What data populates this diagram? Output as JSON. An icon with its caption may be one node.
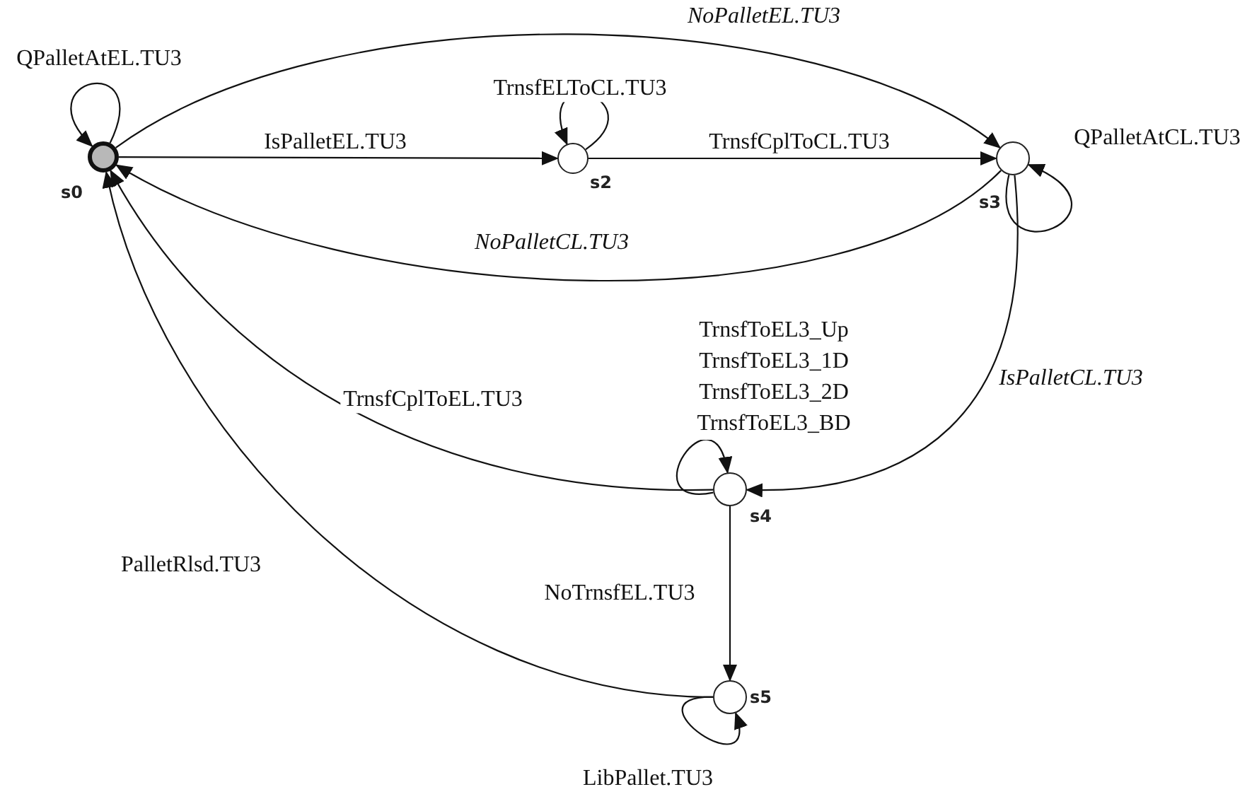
{
  "diagram": {
    "nodes": [
      {
        "text": [],
        "shape": "circle",
        "beside": [
          "s0"
        ]
      },
      {
        "text": [],
        "shape": "circle",
        "beside": [
          "s2"
        ]
      },
      {
        "text": [],
        "shape": "circle",
        "beside": [
          "s3"
        ]
      },
      {
        "text": [],
        "shape": "circle",
        "beside": [
          "s4"
        ]
      },
      {
        "text": [],
        "shape": "circle",
        "beside": [
          "s5"
        ]
      }
    ],
    "edges": [
      {
        "from": 0,
        "to": 0,
        "arrow": "to",
        "label": "QPalletAtEL.TU3"
      },
      {
        "from": 0,
        "to": 1,
        "arrow": "to",
        "label": "IsPalletEL.TU3"
      },
      {
        "from": 1,
        "to": 1,
        "arrow": "to",
        "label": "TrnsfELToCL.TU3"
      },
      {
        "from": 1,
        "to": 2,
        "arrow": "to",
        "label": "TrnsfCplToCL.TU3"
      },
      {
        "from": 0,
        "to": 2,
        "arrow": "to",
        "label": "NoPalletEL.TU3"
      },
      {
        "from": 2,
        "to": 2,
        "arrow": "to",
        "label": "QPalletAtCL.TU3"
      },
      {
        "from": 2,
        "to": 0,
        "arrow": "to",
        "label": "NoPalletCL.TU3"
      },
      {
        "from": 2,
        "to": 3,
        "arrow": "to",
        "label": "IsPalletCL.TU3"
      },
      {
        "from": 3,
        "to": 3,
        "arrow": "to",
        "label": "TrnsfToEL3_Up TrnsfToEL3_1D TrnsfToEL3_2D TrnsfToEL3_BD"
      },
      {
        "from": 3,
        "to": 0,
        "arrow": "to",
        "label": "TrnsfCplToEL.TU3"
      },
      {
        "from": 3,
        "to": 4,
        "arrow": "to",
        "label": "NoTrnsfEL.TU3"
      },
      {
        "from": 4,
        "to": 4,
        "arrow": "to",
        "label": "LibPallet.TU3"
      },
      {
        "from": 4,
        "to": 0,
        "arrow": "to",
        "label": "PalletRlsd.TU3"
      }
    ]
  }
}
